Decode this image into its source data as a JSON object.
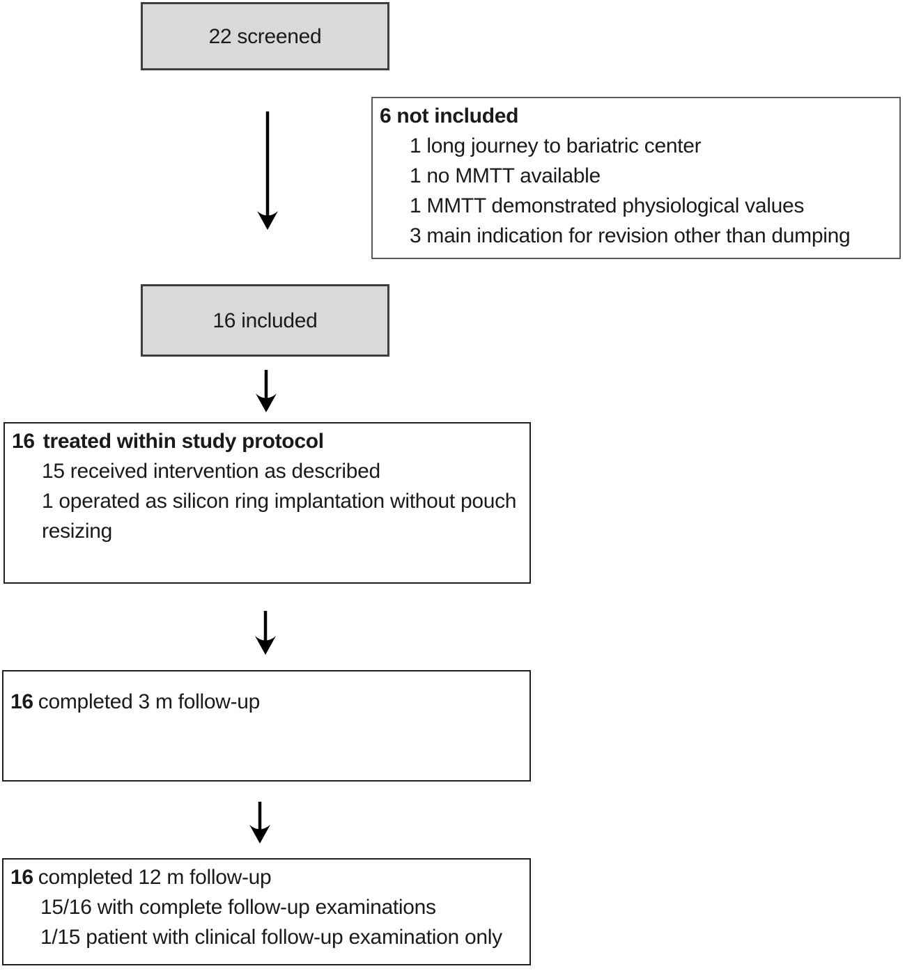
{
  "colors": {
    "background": "#ffffff",
    "gray_box_fill": "#d9d9d9",
    "gray_box_border": "#3d3d3d",
    "white_box_border": "#1f1f1f",
    "side_box_border": "#595959",
    "arrow": "#000000",
    "text": "#1a1a1a"
  },
  "flow": {
    "screened": {
      "label": "22 screened"
    },
    "not_included": {
      "title": "6 not included",
      "items": [
        "1 long journey to bariatric center",
        "1 no MMTT available",
        "1 MMTT demonstrated physiological values",
        "3 main indication for revision other than dumping"
      ]
    },
    "included": {
      "label": "16 included"
    },
    "protocol": {
      "count": "16",
      "title": "treated within study protocol",
      "items": [
        "15 received intervention as described",
        "1 operated as silicon ring implantation without pouch\nresizing"
      ]
    },
    "followup_3m": {
      "count": "16",
      "title": "completed 3 m follow-up"
    },
    "followup_12m": {
      "count": "16",
      "title": "completed 12 m follow-up",
      "items": [
        "15/16 with complete follow-up examinations",
        "1/15 patient with clinical follow-up examination only"
      ]
    }
  }
}
